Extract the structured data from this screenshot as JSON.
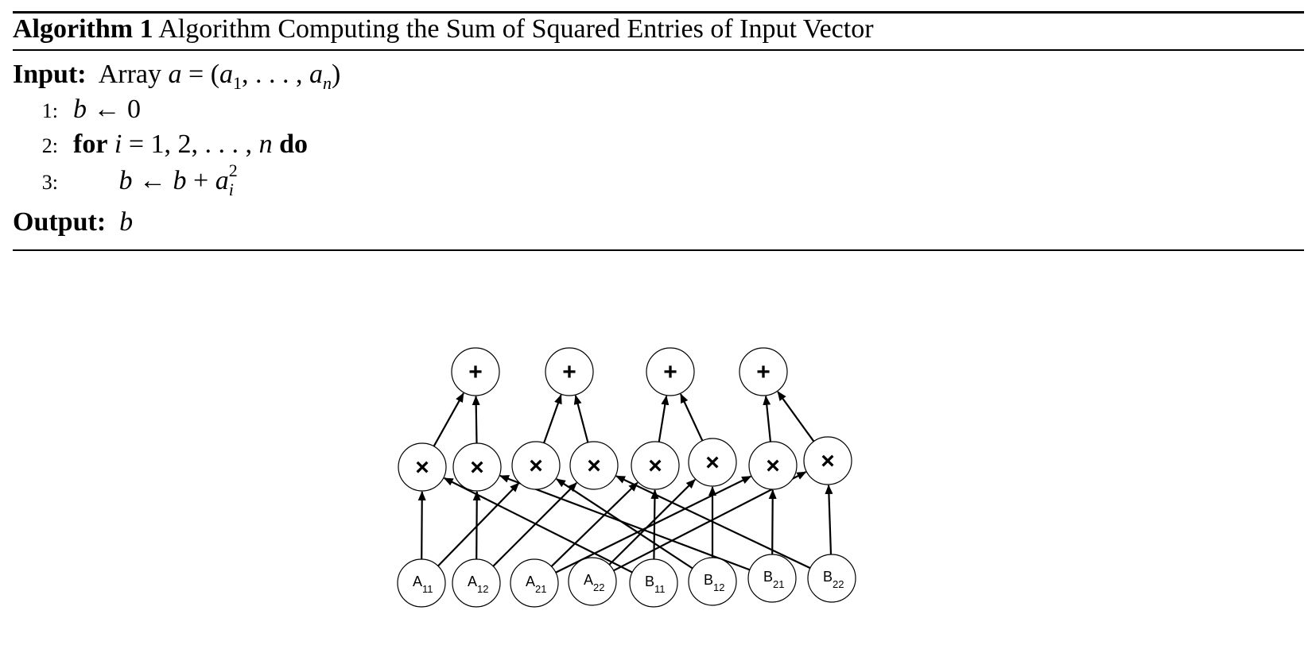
{
  "algorithm": {
    "label": "Algorithm 1",
    "title": "Algorithm Computing the Sum of Squared Entries of Input Vector",
    "input_label": "Input:",
    "input_text": "Array",
    "output_label": "Output:",
    "output_text": "b",
    "lines": [
      {
        "num": "1:",
        "text": "b ← 0"
      },
      {
        "num": "2:",
        "kw_for": "for",
        "text": "i = 1,2,...,n",
        "kw_do": "do"
      },
      {
        "num": "3:",
        "text": "b ← b + a_i^2"
      }
    ]
  },
  "diagram": {
    "sum_nodes": [
      "+",
      "+",
      "+",
      "+"
    ],
    "mul_nodes": [
      "×",
      "×",
      "×",
      "×",
      "×",
      "×",
      "×",
      "×"
    ],
    "input_nodes": [
      {
        "letter": "A",
        "sub": "11"
      },
      {
        "letter": "A",
        "sub": "12"
      },
      {
        "letter": "A",
        "sub": "21"
      },
      {
        "letter": "A",
        "sub": "22"
      },
      {
        "letter": "B",
        "sub": "11"
      },
      {
        "letter": "B",
        "sub": "12"
      },
      {
        "letter": "B",
        "sub": "21"
      },
      {
        "letter": "B",
        "sub": "22"
      }
    ],
    "edges_input_to_mul": [
      {
        "from": "A11",
        "to": "mul-1"
      },
      {
        "from": "A11",
        "to": "mul-3"
      },
      {
        "from": "A12",
        "to": "mul-2"
      },
      {
        "from": "A12",
        "to": "mul-4"
      },
      {
        "from": "A21",
        "to": "mul-5"
      },
      {
        "from": "A21",
        "to": "mul-7"
      },
      {
        "from": "A22",
        "to": "mul-6"
      },
      {
        "from": "A22",
        "to": "mul-8"
      },
      {
        "from": "B11",
        "to": "mul-1"
      },
      {
        "from": "B11",
        "to": "mul-5"
      },
      {
        "from": "B12",
        "to": "mul-3"
      },
      {
        "from": "B12",
        "to": "mul-6"
      },
      {
        "from": "B21",
        "to": "mul-2"
      },
      {
        "from": "B21",
        "to": "mul-7"
      },
      {
        "from": "B22",
        "to": "mul-4"
      },
      {
        "from": "B22",
        "to": "mul-8"
      }
    ],
    "edges_mul_to_sum": [
      {
        "from": "mul-1",
        "to": "sum-1"
      },
      {
        "from": "mul-2",
        "to": "sum-1"
      },
      {
        "from": "mul-3",
        "to": "sum-2"
      },
      {
        "from": "mul-4",
        "to": "sum-2"
      },
      {
        "from": "mul-5",
        "to": "sum-3"
      },
      {
        "from": "mul-6",
        "to": "sum-3"
      },
      {
        "from": "mul-7",
        "to": "sum-4"
      },
      {
        "from": "mul-8",
        "to": "sum-4"
      }
    ]
  }
}
